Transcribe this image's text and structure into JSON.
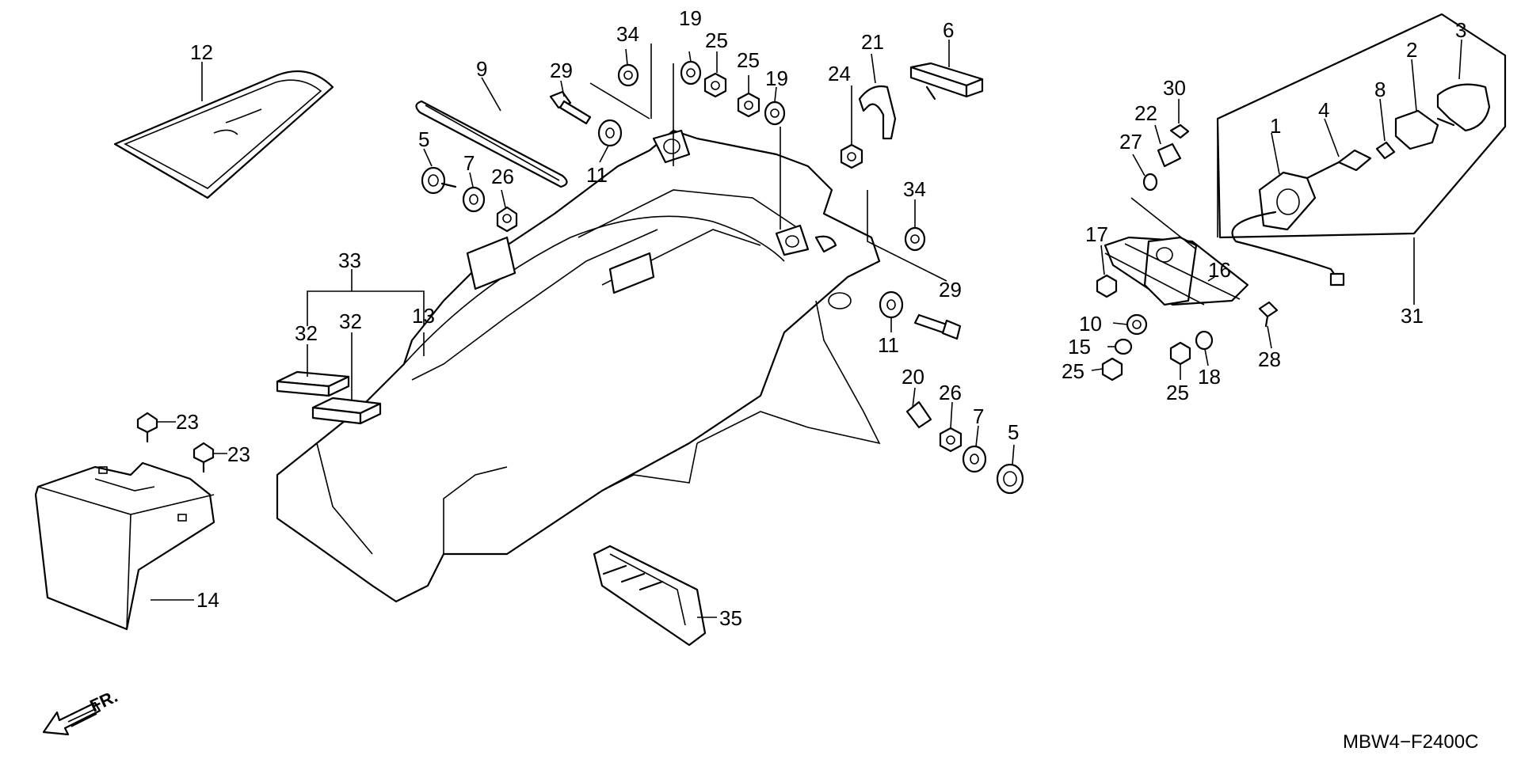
{
  "diagram": {
    "code": "MBW4−F2400C",
    "front_label": "FR.",
    "labels": [
      "1",
      "2",
      "3",
      "4",
      "5",
      "5",
      "6",
      "7",
      "7",
      "8",
      "9",
      "10",
      "11",
      "11",
      "12",
      "13",
      "14",
      "15",
      "16",
      "17",
      "18",
      "19",
      "19",
      "20",
      "21",
      "22",
      "23",
      "23",
      "24",
      "25",
      "25",
      "25",
      "25",
      "26",
      "26",
      "27",
      "28",
      "29",
      "29",
      "30",
      "31",
      "32",
      "32",
      "33",
      "34",
      "34",
      "35"
    ]
  }
}
